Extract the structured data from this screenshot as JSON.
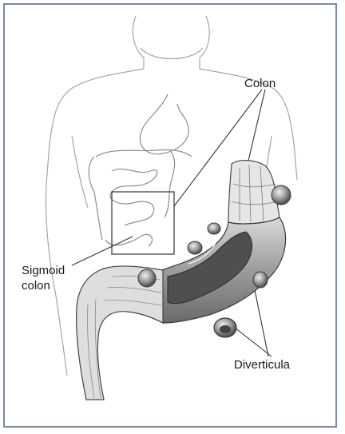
{
  "figure": {
    "labels": {
      "colon": "Colon",
      "sigmoid_line1": "Sigmoid",
      "sigmoid_line2": "colon",
      "diverticula": "Diverticula"
    },
    "colors": {
      "frame": "#7a87a8",
      "ink": "#3a3a3a",
      "outline": "#9a9a9a",
      "tissue_dark": "#6f6f6f",
      "tissue_mid": "#a9a9a9",
      "tissue_light": "#d6d6d6"
    }
  }
}
